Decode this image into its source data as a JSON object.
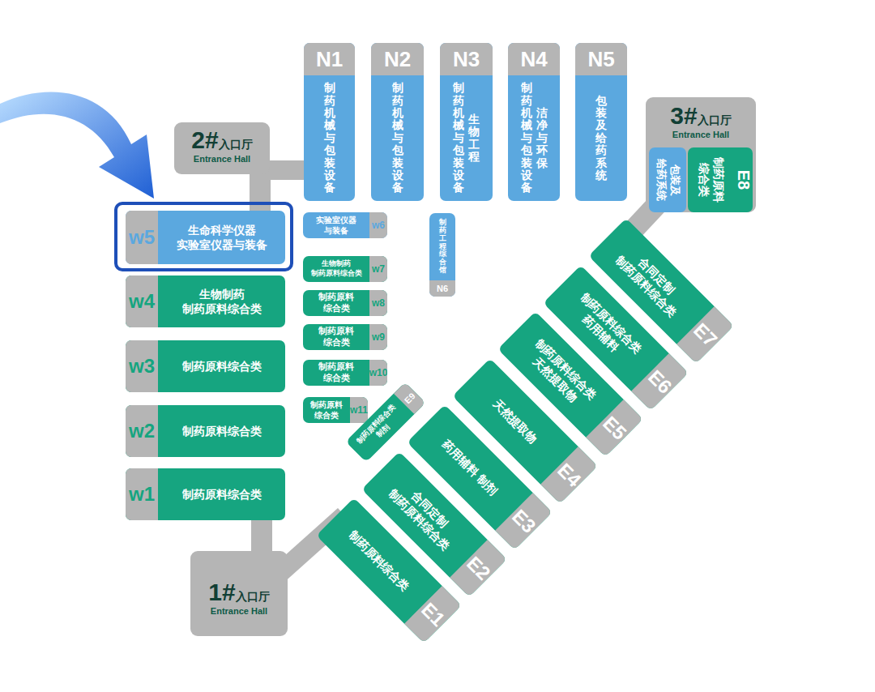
{
  "diagram": {
    "nodes": [
      {
        "text": [
          "N1",
          "制药机械与包装设备"
        ]
      },
      {
        "text": [
          "N2",
          "制药机械与包装设备"
        ]
      },
      {
        "text": [
          "N3",
          "制药机械与包装设备",
          "生物工程"
        ]
      },
      {
        "text": [
          "N4",
          "制药机械与包装设备",
          "洁净与环保"
        ]
      },
      {
        "text": [
          "N5",
          "包装及给药系统"
        ]
      },
      {
        "text": [
          "3#",
          "入口厅",
          "Entrance Hall"
        ]
      },
      {
        "text": [
          "包装及 给药系统"
        ],
        "in": 5
      },
      {
        "text": [
          "E8",
          "制药原料 综合类"
        ],
        "in": 5
      },
      {
        "text": [
          "2#",
          "入口厅",
          "Entrance Hall"
        ]
      },
      {
        "text": [
          "w5",
          "生命科学仪器 实验室仪器与装备"
        ]
      },
      {
        "text": [
          "实验室仪器 与装备",
          "w6"
        ]
      },
      {
        "text": [
          "制药工程综合馆",
          "N6"
        ]
      },
      {
        "text": [
          "生物制药 制药原料综合类",
          "w7"
        ]
      },
      {
        "text": [
          "w4",
          "生物制药 制药原料综合类"
        ]
      },
      {
        "text": [
          "制药原料 综合类",
          "w8"
        ]
      },
      {
        "text": [
          "制药原料 综合类",
          "w9"
        ]
      },
      {
        "text": [
          "w3",
          "制药原料综合类"
        ]
      },
      {
        "text": [
          "制药原料 综合类",
          "w10"
        ]
      },
      {
        "text": [
          "制药原料 综合类",
          "w11"
        ]
      },
      {
        "text": [
          "制药原料综合类 制剂",
          "E9"
        ]
      },
      {
        "text": [
          "w2",
          "制药原料综合类"
        ]
      },
      {
        "text": [
          "w1",
          "制药原料综合类"
        ]
      },
      {
        "text": [
          "制药原料综合类",
          "E1"
        ]
      },
      {
        "text": [
          "合同定制 制药原料综合类",
          "E2"
        ]
      },
      {
        "text": [
          "药用辅料 制剂",
          "E3"
        ]
      },
      {
        "text": [
          "天然提取物",
          "E4"
        ]
      },
      {
        "text": [
          "制药原料综合类 天然提取物",
          "E5"
        ]
      },
      {
        "text": [
          "制药原料综合类 药用辅料",
          "E6"
        ]
      },
      {
        "text": [
          "合同定制 制药原料综合类",
          "E7"
        ]
      },
      {
        "text": [
          "1#",
          "入口厅",
          "Entrance Hall"
        ]
      }
    ]
  }
}
